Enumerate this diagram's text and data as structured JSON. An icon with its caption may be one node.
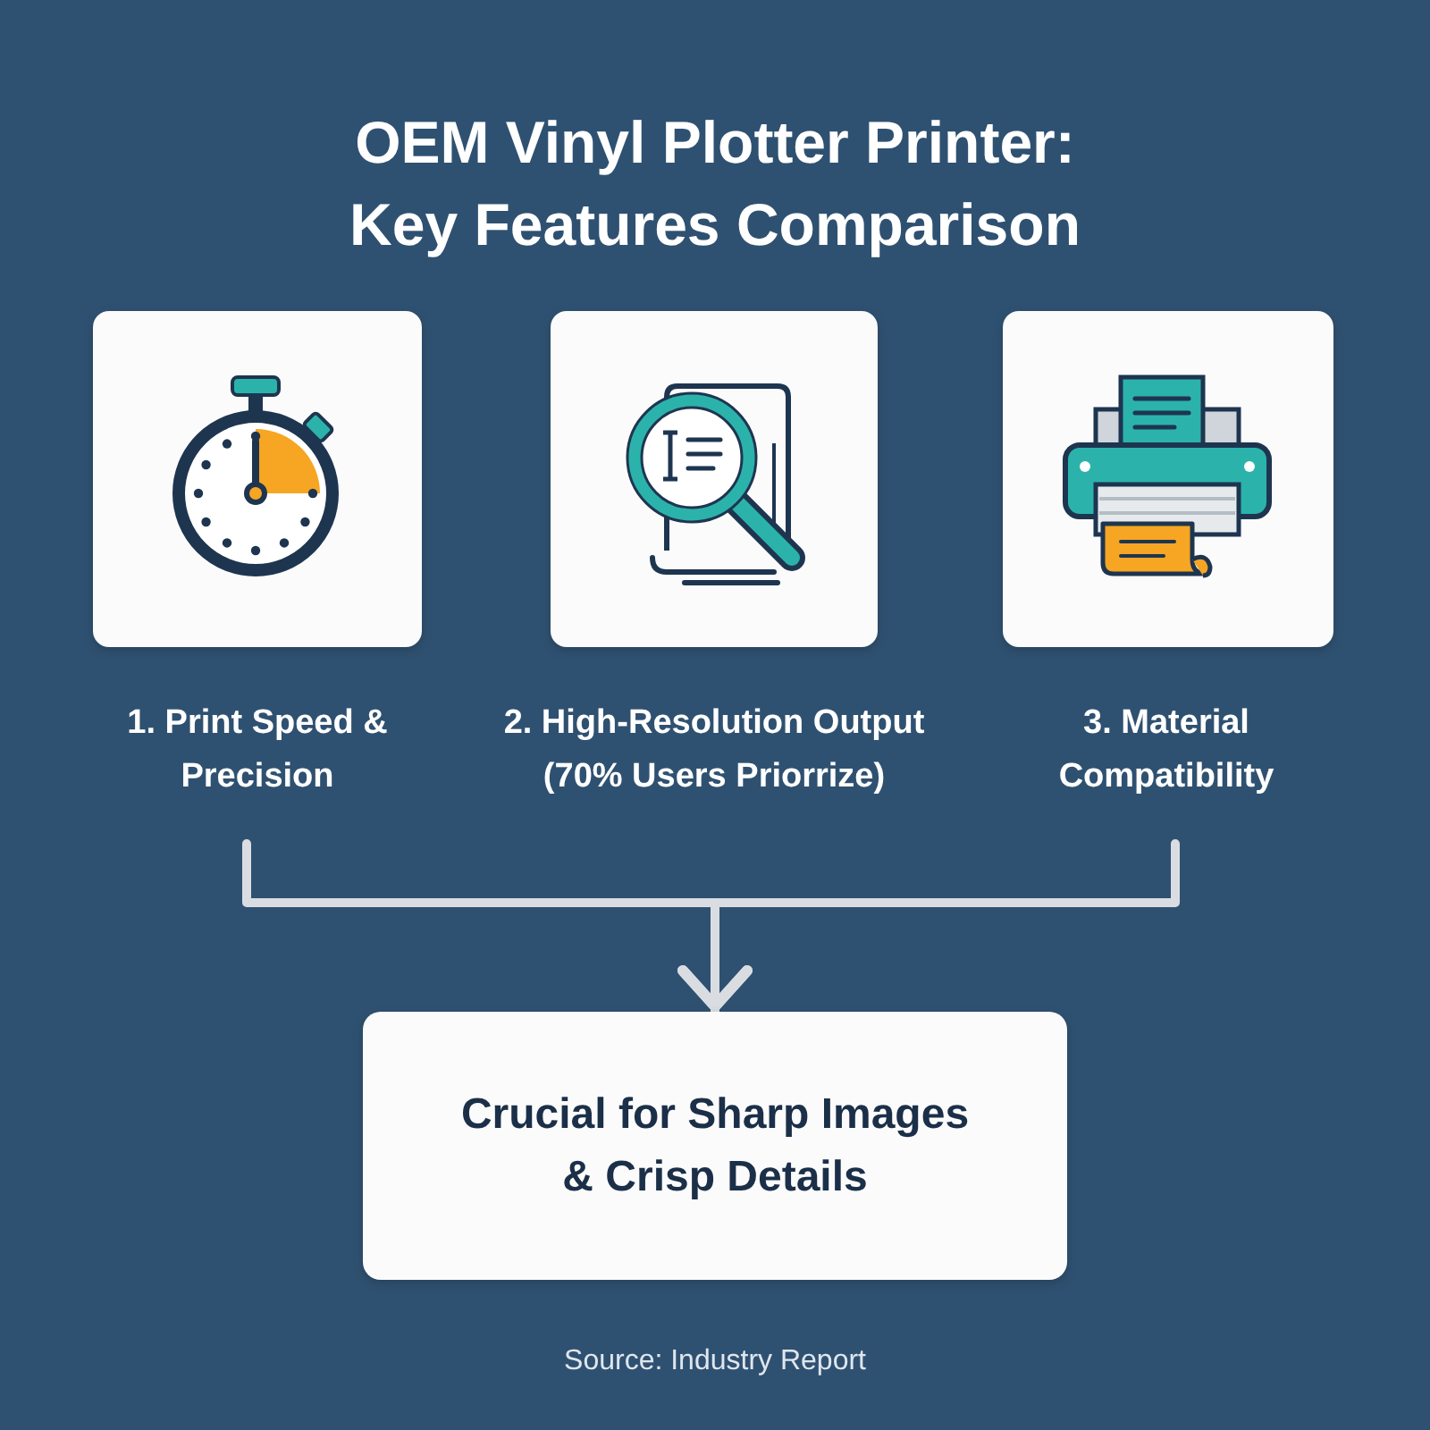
{
  "diagram": {
    "title": "OEM Vinyl Plotter Printer: Key Features Comparison",
    "nodes": [
      {
        "text": [
          "1. Print Speed & Precision"
        ]
      },
      {
        "text": [
          "2. High-Resolution Output (70% Users Priorrize)"
        ]
      },
      {
        "text": [
          "3. Material Compatibility"
        ]
      },
      {
        "text": [
          "Crucial for Sharp Images & Crisp Details"
        ]
      }
    ],
    "edges": [
      {
        "from": 0,
        "to": 3,
        "arrow": "to"
      },
      {
        "from": 2,
        "to": 3,
        "arrow": "to"
      }
    ],
    "labels": [
      "Source: Industry Report"
    ]
  }
}
